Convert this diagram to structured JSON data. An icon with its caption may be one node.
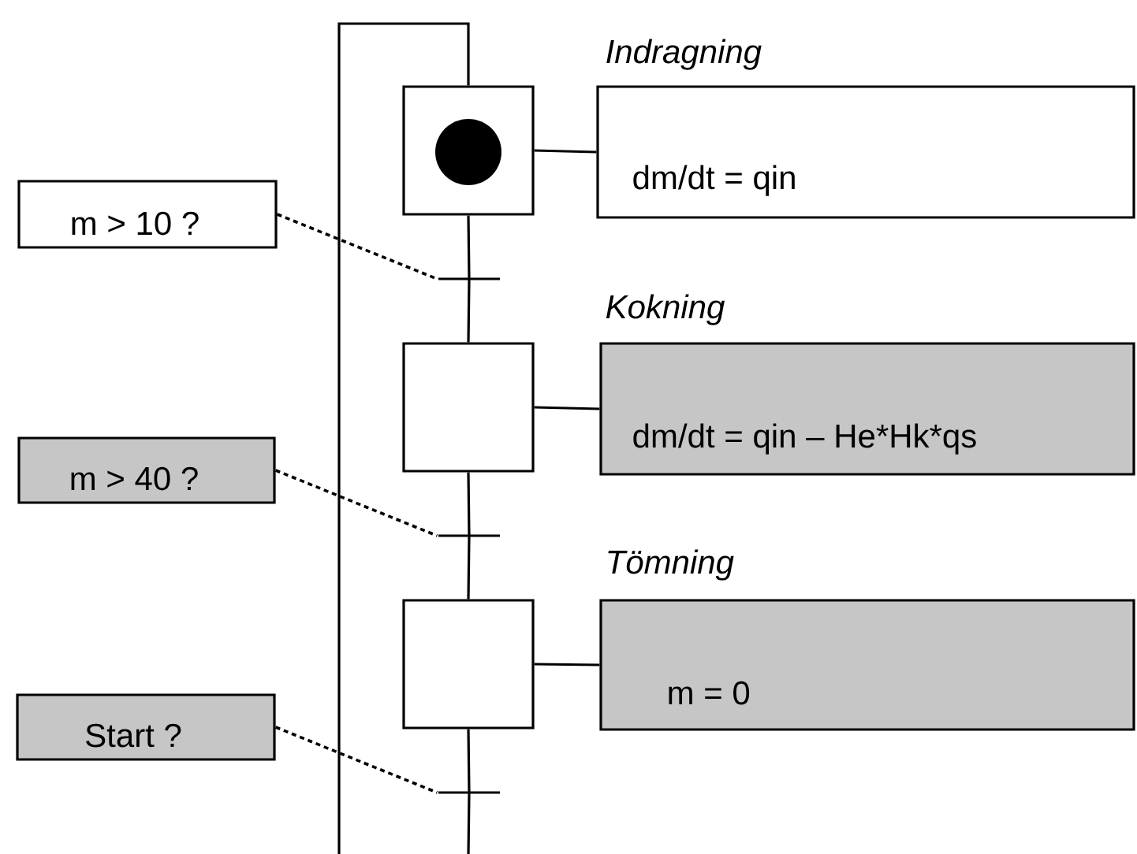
{
  "diagram": {
    "nodes": [
      {
        "text": [],
        "shape": "box"
      },
      {
        "text": [
          "Indragning",
          "dm/dt = qin"
        ]
      },
      {
        "text": [],
        "shape": "box"
      },
      {
        "text": [
          "Kokning",
          "dm/dt = qin – He*Hk*qs"
        ]
      },
      {
        "text": [],
        "shape": "box"
      },
      {
        "text": [
          "Tömning",
          "m = 0"
        ]
      },
      {
        "text": [],
        "shape": "bar"
      },
      {
        "text": [],
        "shape": "bar"
      },
      {
        "text": [],
        "shape": "bar"
      },
      {
        "text": [
          "m > 10 ?"
        ]
      },
      {
        "text": [
          "m > 40 ?"
        ]
      },
      {
        "text": [
          "Start ?"
        ]
      }
    ],
    "edges": [
      {
        "from": 0,
        "to": 1,
        "arrow": "none"
      },
      {
        "from": 2,
        "to": 3,
        "arrow": "none"
      },
      {
        "from": 4,
        "to": 5,
        "arrow": "none"
      },
      {
        "from": 0,
        "to": 6,
        "arrow": "none"
      },
      {
        "from": 6,
        "to": 2,
        "arrow": "none"
      },
      {
        "from": 2,
        "to": 7,
        "arrow": "none"
      },
      {
        "from": 7,
        "to": 4,
        "arrow": "none"
      },
      {
        "from": 4,
        "to": 8,
        "arrow": "none"
      },
      {
        "from": 8,
        "to": null,
        "arrow": "none"
      },
      {
        "from": null,
        "to": 0,
        "arrow": "none"
      },
      {
        "from": 9,
        "to": 6,
        "arrow": "none",
        "style": "dashed"
      },
      {
        "from": 10,
        "to": 7,
        "arrow": "none",
        "style": "dashed"
      },
      {
        "from": 11,
        "to": 8,
        "arrow": "none",
        "style": "dashed"
      }
    ]
  }
}
